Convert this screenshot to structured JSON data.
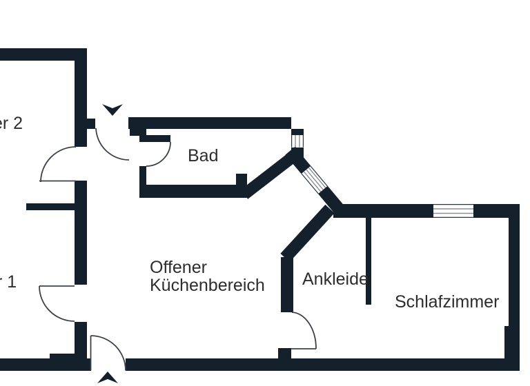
{
  "floor_plan": {
    "background_color": "#ffffff",
    "wall_color": "#15202d",
    "door_line_color": "#3c4148",
    "window_line_color": "#8a8f94",
    "text_color": "#2d2d2d",
    "labels": {
      "room_top_left_partial": "er 2",
      "room_bottom_left_partial": "r 1",
      "bathroom": "Bad",
      "kitchen_line1": "Offener",
      "kitchen_line2": "Küchenbereich",
      "dressing_room": "Ankleide",
      "bedroom": "Schlafzimmer"
    },
    "icons": {
      "entrance_arrow_top": "down-arrow",
      "entrance_arrow_bottom": "up-arrow"
    }
  }
}
